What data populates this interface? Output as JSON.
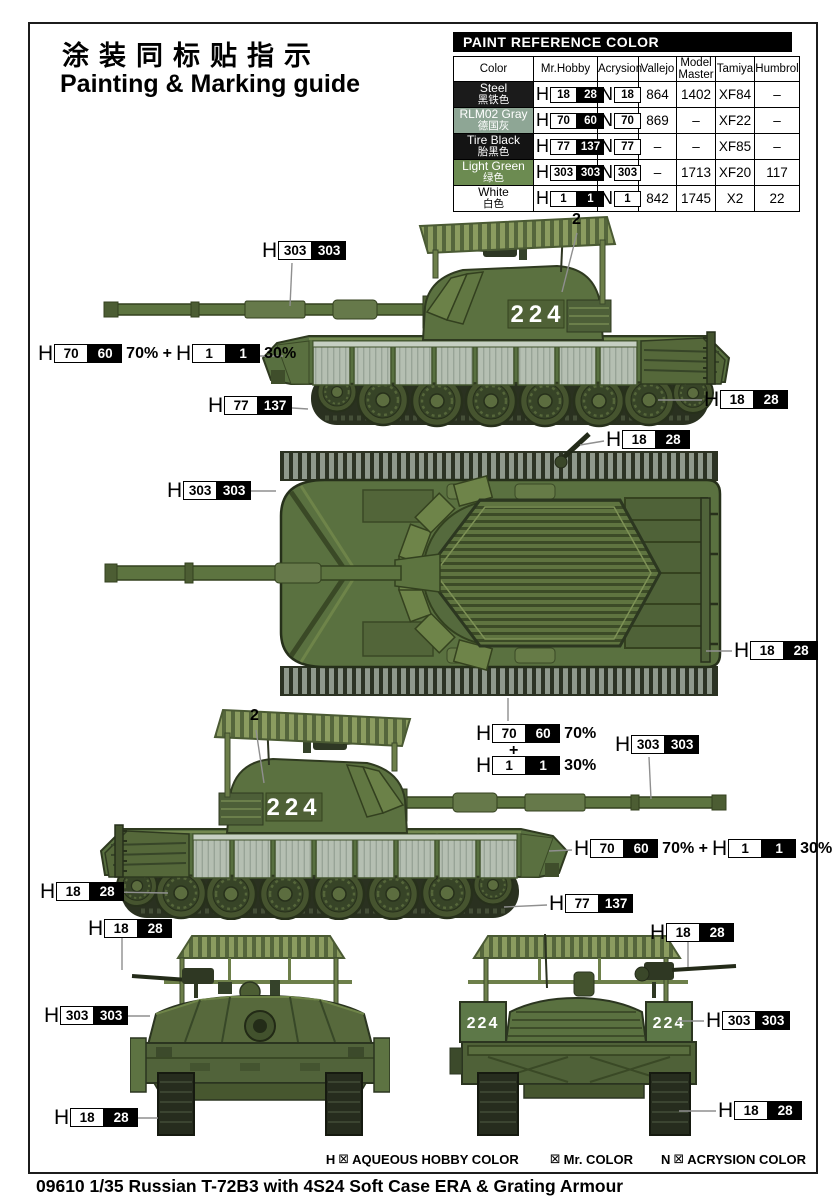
{
  "page": {
    "title_cn": "涂装同标贴指示",
    "title_en": "Painting & Marking guide",
    "footer": "09610 1/35  Russian T-72B3 with 4S24 Soft Case ERA & Grating Armour",
    "turret_number": "224"
  },
  "paint_table": {
    "title": "PAINT  REFERENCE COLOR",
    "columns": [
      "Color",
      "Mr.Hobby",
      "Acrysion",
      "Vallejo",
      "Model\nMaster",
      "Tamiya",
      "Humbrol"
    ],
    "rows": [
      {
        "name": "Steel",
        "name_cn": "黑铁色",
        "bg": "#1b1b1b",
        "fg": "#ffffff",
        "hobby_w": "18",
        "hobby_b": "28",
        "acrysion": "18",
        "vallejo": "864",
        "model_master": "1402",
        "tamiya": "XF84",
        "humbrol": "–"
      },
      {
        "name": "RLM02 Gray",
        "name_cn": "德国灰",
        "bg": "#8ea695",
        "fg": "#ffffff",
        "hobby_w": "70",
        "hobby_b": "60",
        "acrysion": "70",
        "vallejo": "869",
        "model_master": "–",
        "tamiya": "XF22",
        "humbrol": "–"
      },
      {
        "name": "Tire Black",
        "name_cn": "胎黑色",
        "bg": "#141414",
        "fg": "#ffffff",
        "hobby_w": "77",
        "hobby_b": "137",
        "acrysion": "77",
        "vallejo": "–",
        "model_master": "–",
        "tamiya": "XF85",
        "humbrol": "–"
      },
      {
        "name": "Light Green",
        "name_cn": "绿色",
        "bg": "#6c8b51",
        "fg": "#ffffff",
        "hobby_w": "303",
        "hobby_b": "303",
        "acrysion": "303",
        "vallejo": "–",
        "model_master": "1713",
        "tamiya": "XF20",
        "humbrol": "117"
      },
      {
        "name": "White",
        "name_cn": "白色",
        "bg": "#ffffff",
        "fg": "#000000",
        "hobby_w": "1",
        "hobby_b": "1",
        "acrysion": "1",
        "vallejo": "842",
        "model_master": "1745",
        "tamiya": "X2",
        "humbrol": "22"
      }
    ]
  },
  "legend": {
    "box_glyph": "⊠",
    "items": [
      {
        "prefix": "H",
        "label": "AQUEOUS HOBBY COLOR"
      },
      {
        "prefix": "",
        "label": "Mr. COLOR"
      },
      {
        "prefix": "N",
        "label": "ACRYSION COLOR"
      }
    ]
  },
  "callouts": [
    {
      "id": "v1-gun-barrel",
      "parts": [
        [
          "h",
          "H"
        ],
        [
          "w",
          "303"
        ],
        [
          "b",
          "303"
        ]
      ]
    },
    {
      "id": "v1-antenna-num",
      "parts": [
        [
          "t",
          "2"
        ]
      ]
    },
    {
      "id": "v1-hull-mix",
      "parts": [
        [
          "h",
          "H"
        ],
        [
          "w",
          "70"
        ],
        [
          "b",
          "60"
        ],
        [
          "t",
          "70% +"
        ],
        [
          "h",
          "H"
        ],
        [
          "w",
          "1"
        ],
        [
          "b",
          "1"
        ],
        [
          "t",
          "30%"
        ]
      ]
    },
    {
      "id": "v1-tracks",
      "parts": [
        [
          "h",
          "H"
        ],
        [
          "w",
          "77"
        ],
        [
          "b",
          "137"
        ]
      ]
    },
    {
      "id": "v1-rear-wheels",
      "parts": [
        [
          "h",
          "H"
        ],
        [
          "w",
          "18"
        ],
        [
          "b",
          "28"
        ]
      ]
    },
    {
      "id": "v2-mg",
      "parts": [
        [
          "h",
          "H"
        ],
        [
          "w",
          "18"
        ],
        [
          "b",
          "28"
        ]
      ]
    },
    {
      "id": "v2-hull-front",
      "parts": [
        [
          "h",
          "H"
        ],
        [
          "w",
          "303"
        ],
        [
          "b",
          "303"
        ]
      ]
    },
    {
      "id": "v2-side-rail",
      "parts": [
        [
          "h",
          "H"
        ],
        [
          "w",
          "18"
        ],
        [
          "b",
          "28"
        ]
      ]
    },
    {
      "id": "v3-antenna-num",
      "parts": [
        [
          "t",
          "2"
        ]
      ]
    },
    {
      "id": "v3-skirt-70",
      "parts": [
        [
          "h",
          "H"
        ],
        [
          "w",
          "70"
        ],
        [
          "b",
          "60"
        ],
        [
          "t",
          "70%"
        ]
      ]
    },
    {
      "id": "v3-skirt-plus",
      "parts": [
        [
          "t",
          "+"
        ]
      ]
    },
    {
      "id": "v3-skirt-30",
      "parts": [
        [
          "h",
          "H"
        ],
        [
          "w",
          "1"
        ],
        [
          "b",
          "1"
        ],
        [
          "t",
          "30%"
        ]
      ]
    },
    {
      "id": "v3-gun-barrel",
      "parts": [
        [
          "h",
          "H"
        ],
        [
          "w",
          "303"
        ],
        [
          "b",
          "303"
        ]
      ]
    },
    {
      "id": "v3-rear-mix",
      "parts": [
        [
          "h",
          "H"
        ],
        [
          "w",
          "70"
        ],
        [
          "b",
          "60"
        ],
        [
          "t",
          "70% +"
        ],
        [
          "h",
          "H"
        ],
        [
          "w",
          "1"
        ],
        [
          "b",
          "1"
        ],
        [
          "t",
          "30%"
        ]
      ]
    },
    {
      "id": "v3-tracks",
      "parts": [
        [
          "h",
          "H"
        ],
        [
          "w",
          "77"
        ],
        [
          "b",
          "137"
        ]
      ]
    },
    {
      "id": "v3-front-wheel",
      "parts": [
        [
          "h",
          "H"
        ],
        [
          "w",
          "18"
        ],
        [
          "b",
          "28"
        ]
      ]
    },
    {
      "id": "v4-mg",
      "parts": [
        [
          "h",
          "H"
        ],
        [
          "w",
          "18"
        ],
        [
          "b",
          "28"
        ]
      ]
    },
    {
      "id": "v4-turret",
      "parts": [
        [
          "h",
          "H"
        ],
        [
          "w",
          "303"
        ],
        [
          "b",
          "303"
        ]
      ]
    },
    {
      "id": "v4-tracks",
      "parts": [
        [
          "h",
          "H"
        ],
        [
          "w",
          "18"
        ],
        [
          "b",
          "28"
        ]
      ]
    },
    {
      "id": "v5-mg",
      "parts": [
        [
          "h",
          "H"
        ],
        [
          "w",
          "18"
        ],
        [
          "b",
          "28"
        ]
      ]
    },
    {
      "id": "v5-turret",
      "parts": [
        [
          "h",
          "H"
        ],
        [
          "w",
          "303"
        ],
        [
          "b",
          "303"
        ]
      ]
    },
    {
      "id": "v5-tracks",
      "parts": [
        [
          "h",
          "H"
        ],
        [
          "w",
          "18"
        ],
        [
          "b",
          "28"
        ]
      ]
    }
  ],
  "colors": {
    "leader_line": "#8f8f8f",
    "hull_green": "#5a7140",
    "era_panel_gray": "#b5bfb2",
    "track_dark": "#262c1e",
    "cage_green": "#8b9c60"
  }
}
